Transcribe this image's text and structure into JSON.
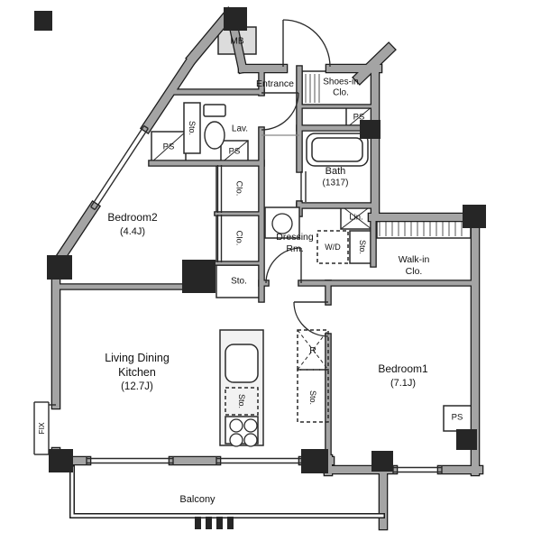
{
  "plan_type": "apartment-floor-plan",
  "rooms": {
    "bedroom2": {
      "name": "Bedroom2",
      "size": "(4.4J)"
    },
    "bedroom1": {
      "name": "Bedroom1",
      "size": "(7.1J)"
    },
    "ldk": {
      "line1": "Living Dining",
      "line2": "Kitchen",
      "size": "(12.7J)"
    },
    "bath": {
      "name": "Bath",
      "size": "(1317)"
    },
    "dressing": {
      "line1": "Dressing",
      "line2": "Rm."
    },
    "walkin": {
      "line1": "Walk-in",
      "line2": "Clo."
    },
    "shoes": {
      "line1": "Shoes-in",
      "line2": "Clo."
    },
    "entrance": "Entrance",
    "lav": "Lav.",
    "balcony": "Balcony"
  },
  "labels": {
    "mb": "MB",
    "ps": "PS",
    "sto": "Sto.",
    "clo": "Clo.",
    "lin": "Lin.",
    "wd": "W/D",
    "fridge": "R",
    "fix": "FIX"
  },
  "colors": {
    "bg": "#ffffff",
    "wall_fill": "#a4a4a4",
    "wall_edge": "#1c1c1c",
    "column": "#262626",
    "thin_line": "#2a2a2a",
    "light_fill": "#f2f2f2",
    "mb_fill": "#dcdcdc"
  }
}
